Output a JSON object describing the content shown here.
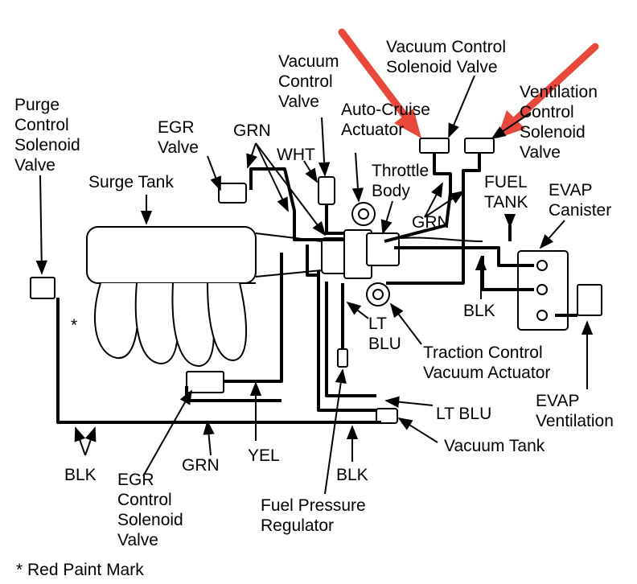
{
  "labels": {
    "purge": "Purge\nControl\nSolenoid\nValve",
    "egr_valve": "EGR\nValve",
    "grn_top": "GRN",
    "vac_ctrl_valve": "Vacuum\nControl\nValve",
    "wht": "WHT",
    "auto_cruise": "Auto-Cruise\nActuator",
    "vcsv": "Vacuum Control\nSolenoid Valve",
    "vent_csv": "Ventilation\nControl\nSolenoid\nValve",
    "surge_tank": "Surge Tank",
    "throttle_body": "Throttle\nBody",
    "fuel_tank": "FUEL\nTANK",
    "evap_canister": "EVAP\nCanister",
    "grn_mid": "GRN",
    "blk_right": "BLK",
    "lt_blu_1": "LT\nBLU",
    "traction": "Traction Control\nVacuum Actuator",
    "evap_vent": "EVAP\nVentilation",
    "lt_blu_2": "LT BLU",
    "vacuum_tank": "Vacuum Tank",
    "blk_left": "BLK",
    "egr_csv": "EGR\nControl\nSolenoid\nValve",
    "grn_bottom": "GRN",
    "yel": "YEL",
    "blk_bottom": "BLK",
    "fuel_pressure": "Fuel Pressure\nRegulator",
    "star": "*",
    "footnote": "* Red Paint Mark"
  },
  "colors": {
    "line": "#000000",
    "arrow": "#e8473b",
    "background": "#ffffff"
  }
}
